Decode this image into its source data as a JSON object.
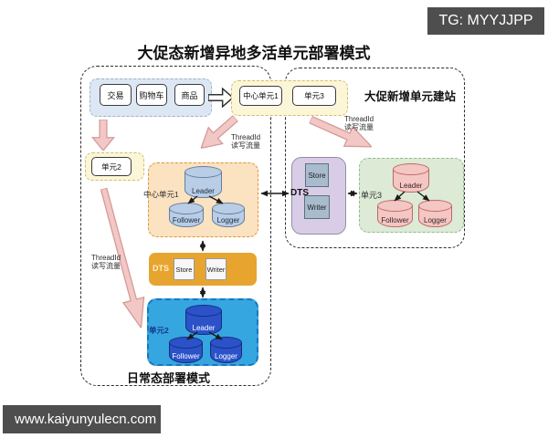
{
  "badge": {
    "text": "TG: MYYJJPP"
  },
  "footer": {
    "text": "www.kaiyunyulecn.com"
  },
  "title": "大促态新增异地多活单元部署模式",
  "sections": {
    "right_label": "大促新增单元建站",
    "bottom_label": "日常态部署模式"
  },
  "app_group": {
    "items": [
      "交易",
      "购物车",
      "商品"
    ]
  },
  "unit_group": {
    "items": [
      "中心单元1",
      "单元3"
    ]
  },
  "unit2_chip": {
    "label": "单元2"
  },
  "traffic_labels": [
    {
      "line1": "ThreadId",
      "line2": "读写流量"
    },
    {
      "line1": "ThreadId",
      "line2": "读写流量"
    },
    {
      "line1": "ThreadId",
      "line2": "读写流量"
    }
  ],
  "clusters": {
    "center": {
      "label": "中心单元1",
      "leader": "Leader",
      "follower": "Follower",
      "logger": "Logger"
    },
    "daily": {
      "label": "单元2",
      "leader": "Leader",
      "follower": "Follower",
      "logger": "Logger"
    },
    "new_unit": {
      "label": "单元3",
      "leader": "Leader",
      "follower": "Follower",
      "logger": "Logger"
    }
  },
  "dts_bar": {
    "label": "DTS",
    "items": [
      "Store",
      "Writer"
    ]
  },
  "dts_box": {
    "label": "DTS",
    "items": [
      "Store",
      "Writer"
    ]
  },
  "palette": {
    "watermark_bg": "#4e4e4e",
    "pink_arrow": "#f2c8c6",
    "blue_group_bg": "#dde7f4",
    "yellow_group_bg": "#fcf6d8",
    "center_cluster_bg": "#fbe2c0",
    "dts_bar_bg": "#e7a42f",
    "daily_cluster_bg": "#35a6e0",
    "royal_cylinder": "#2b52c9",
    "light_blue_cylinder": "#b9cde6",
    "purple_box_bg": "#d9cce7",
    "green_cluster_bg": "#dcead6",
    "pink_cylinder": "#f4c6c4"
  }
}
